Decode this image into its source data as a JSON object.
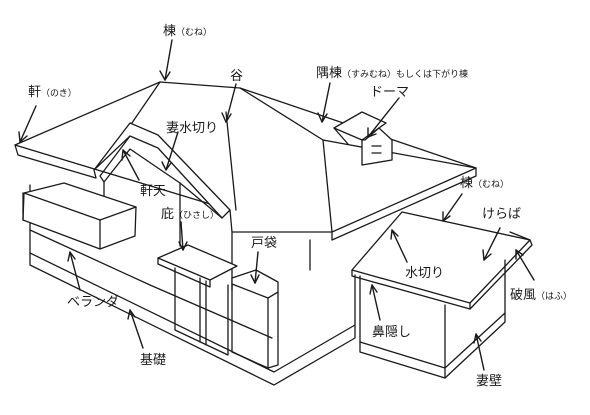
{
  "diagram": {
    "labels": {
      "mune": {
        "text": "棟",
        "reading": "（むね）"
      },
      "tani": {
        "text": "谷"
      },
      "sumimune": {
        "text": "隅棟",
        "reading": "（すみむね）もしくは下がり棟"
      },
      "doma": {
        "text": "ドーマ"
      },
      "noki": {
        "text": "軒",
        "reading": "（のき）"
      },
      "tsuma_mizukiri": {
        "text": "妻水切り"
      },
      "nokiten": {
        "text": "軒天"
      },
      "mune2": {
        "text": "棟",
        "reading": "（むね）"
      },
      "kerabaa": {
        "text": "けらば"
      },
      "hisashi": {
        "text": "庇",
        "reading": "（ひさし）"
      },
      "tobukuro": {
        "text": "戸袋"
      },
      "mizukiri": {
        "text": "水切り"
      },
      "veranda": {
        "text": "ベランダ"
      },
      "hafu": {
        "text": "破風",
        "reading": "（はふ）"
      },
      "hanakakushi": {
        "text": "鼻隠し"
      },
      "kiso": {
        "text": "基礎"
      },
      "tsumakabe": {
        "text": "妻壁"
      }
    }
  }
}
